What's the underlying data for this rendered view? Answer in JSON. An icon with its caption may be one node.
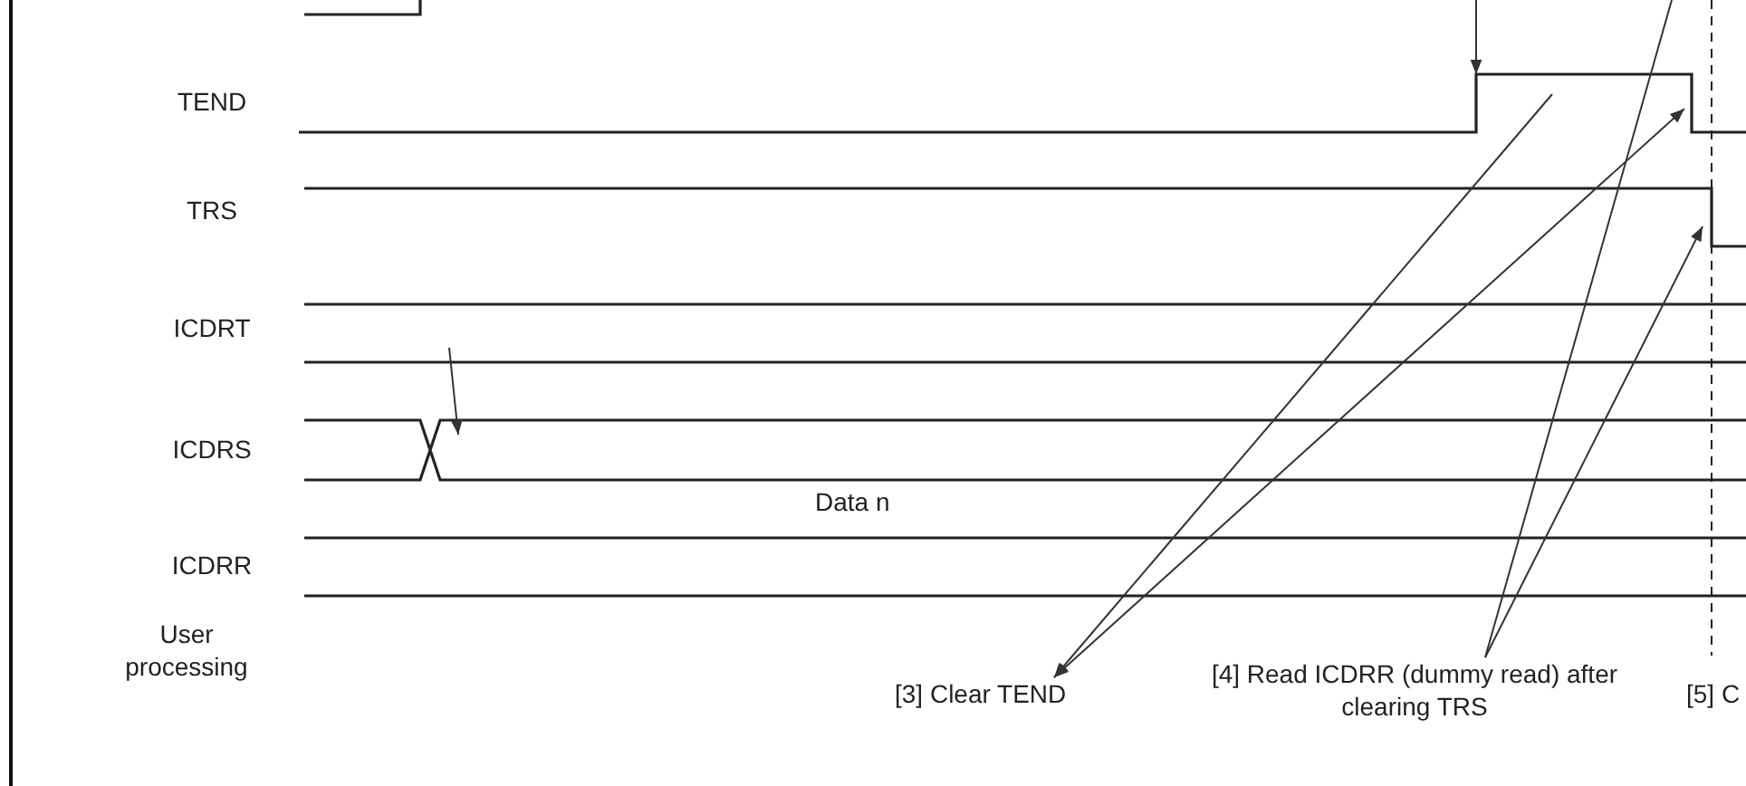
{
  "diagram": {
    "nodes": [
      {
        "text": [
          "[3] Clear TEND"
        ]
      },
      {
        "text": [
          "[4] Read ICDRR (dummy read) after clearing TRS"
        ]
      }
    ],
    "edges": [
      {
        "from": null,
        "to": 0,
        "arrow": "to"
      },
      {
        "from": 0,
        "to": null,
        "arrow": "both"
      },
      {
        "from": 1,
        "to": null,
        "arrow": "none"
      },
      {
        "from": 1,
        "to": null,
        "arrow": "to"
      }
    ],
    "labels": [
      "TEND",
      "TRS",
      "ICDRT",
      "ICDRS",
      "Data n",
      "ICDRR",
      "User processing",
      "[5] C"
    ]
  }
}
